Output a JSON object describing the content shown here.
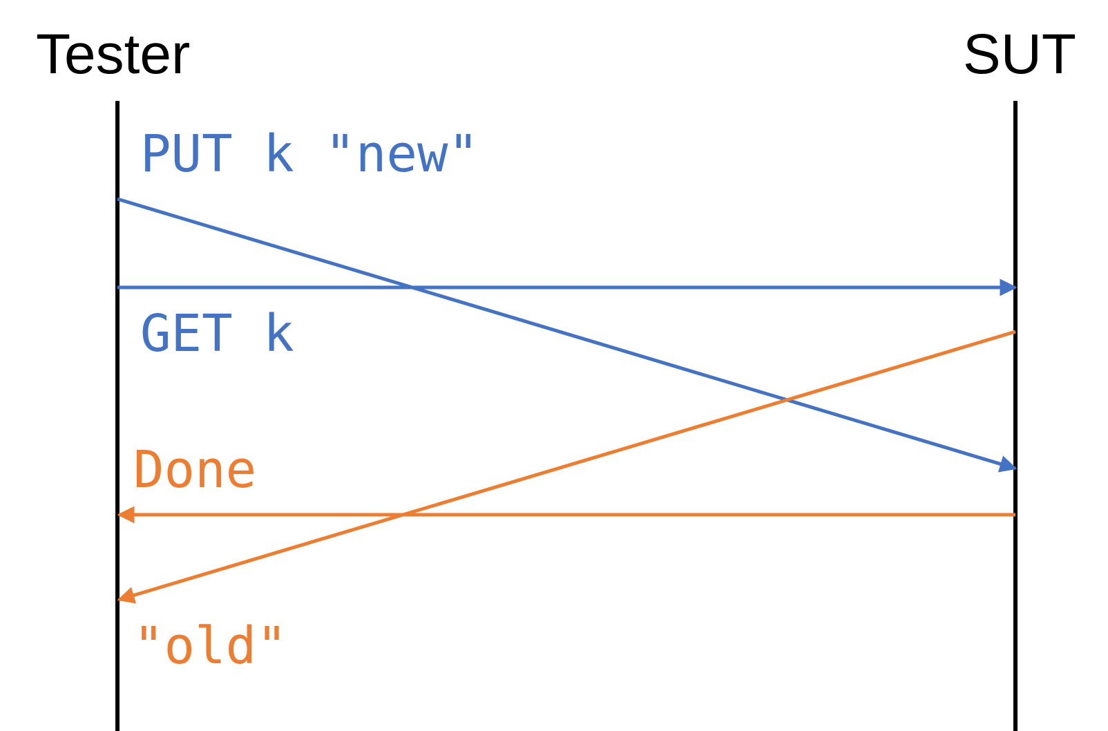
{
  "actors": {
    "tester": "Tester",
    "sut": "SUT"
  },
  "messages": {
    "put_request": "PUT k \"new\"",
    "get_request": "GET k",
    "done_response": "Done",
    "old_response": "\"old\""
  },
  "colors": {
    "request": "#4472C4",
    "response": "#ED7D31",
    "lifeline": "#000000",
    "background": "#FFFFFF"
  }
}
